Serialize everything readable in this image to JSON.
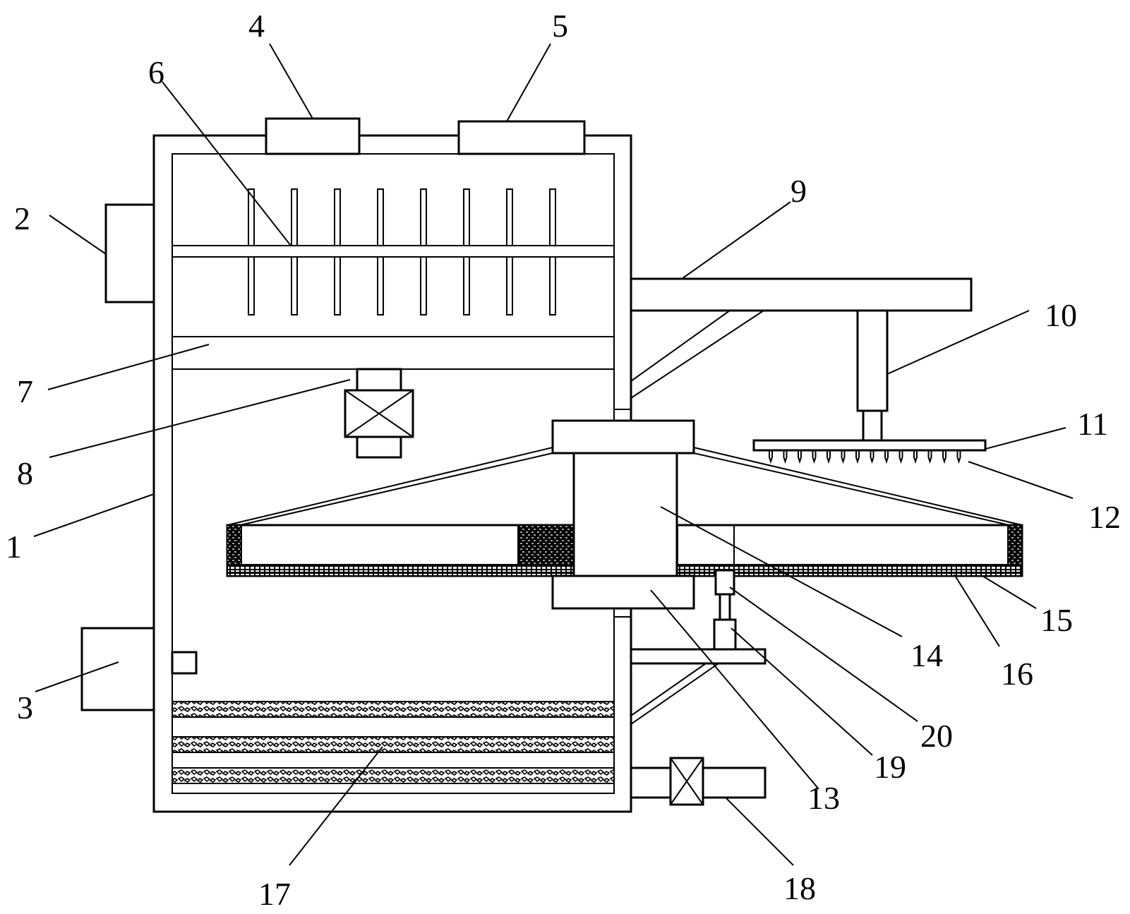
{
  "figure": {
    "labels": [
      {
        "id": "1",
        "text": "1"
      },
      {
        "id": "2",
        "text": "2"
      },
      {
        "id": "3",
        "text": "3"
      },
      {
        "id": "4",
        "text": "4"
      },
      {
        "id": "5",
        "text": "5"
      },
      {
        "id": "6",
        "text": "6"
      },
      {
        "id": "7",
        "text": "7"
      },
      {
        "id": "8",
        "text": "8"
      },
      {
        "id": "9",
        "text": "9"
      },
      {
        "id": "10",
        "text": "10"
      },
      {
        "id": "11",
        "text": "11"
      },
      {
        "id": "12",
        "text": "12"
      },
      {
        "id": "13",
        "text": "13"
      },
      {
        "id": "14",
        "text": "14"
      },
      {
        "id": "15",
        "text": "15"
      },
      {
        "id": "16",
        "text": "16"
      },
      {
        "id": "17",
        "text": "17"
      },
      {
        "id": "18",
        "text": "18"
      },
      {
        "id": "19",
        "text": "19"
      },
      {
        "id": "20",
        "text": "20"
      }
    ]
  }
}
